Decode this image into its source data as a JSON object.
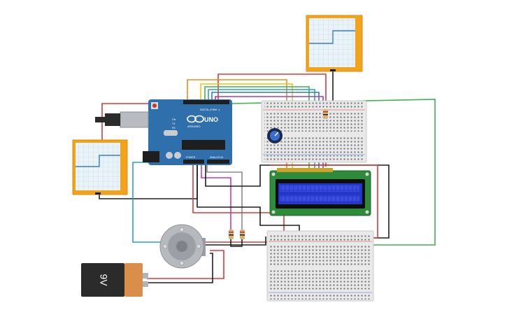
{
  "arduino": {
    "brand": "ARDUINO",
    "model": "UNO",
    "digital_header": "DIGITAL (PWM ~)",
    "power_header": "POWER",
    "analog_header": "ANALOG IN",
    "on_label": "ON",
    "tx_label": "TX",
    "rx_label": "RX"
  },
  "battery": {
    "label": "9V",
    "body_color": "#2b2b2b",
    "cap_color": "#d98e4a"
  },
  "lcd": {
    "screen_color": "#2436c8",
    "pcb_color": "#2e8b3a"
  },
  "oscilloscopes": {
    "frame_color": "#f2a31b",
    "trace_color": "#3a7bd5"
  },
  "wire_colors": {
    "red": "#d93a3a",
    "orange": "#f08a1c",
    "yellow": "#e6c619",
    "green": "#3fb34f",
    "teal": "#2aa6a6",
    "blue": "#2e78d0",
    "purple": "#9c3fc0",
    "black": "#1e1e1e",
    "gray": "#8a8a8a",
    "cyan": "#2a9fd6",
    "magenta": "#c23bb8"
  }
}
